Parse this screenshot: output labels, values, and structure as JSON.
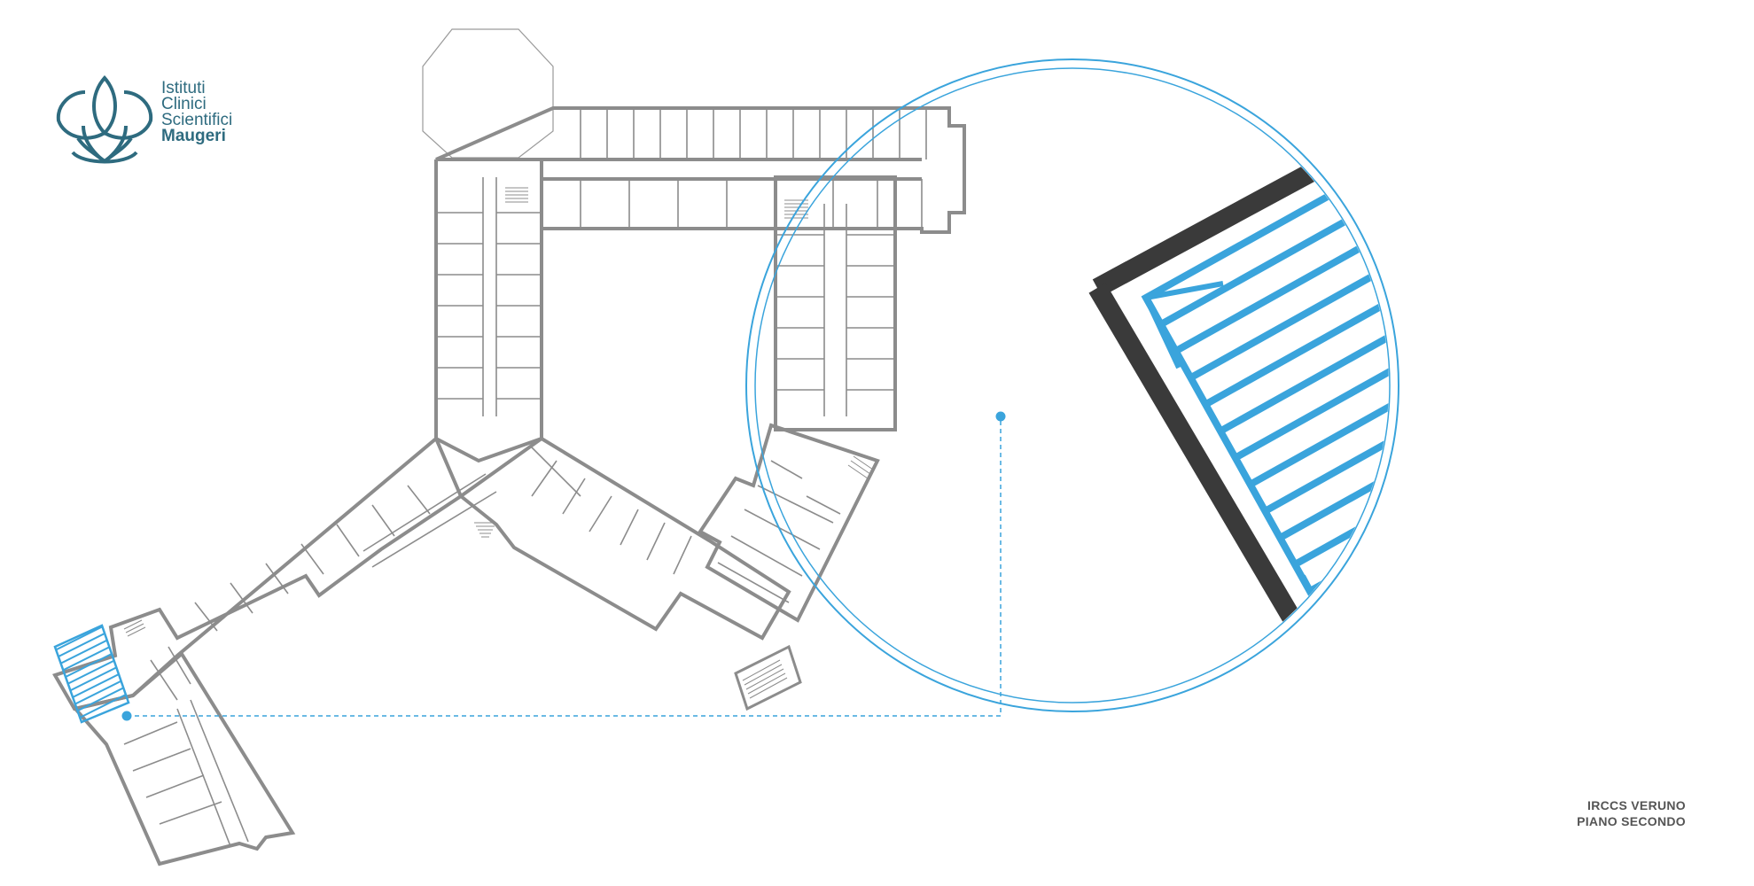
{
  "logo": {
    "lines": [
      "Istituti",
      "Clinici",
      "Scientifici",
      "Maugeri"
    ],
    "icon": "lotus-logo-icon"
  },
  "caption": {
    "line1": "IRCCS VERUNO",
    "line2": "PIANO SECONDO"
  },
  "colors": {
    "accent": "#3aa4dc",
    "logo": "#2e6b7f",
    "wall": "#8c8c8c",
    "detail_wall": "#3a3a3a",
    "caption": "#555555"
  }
}
